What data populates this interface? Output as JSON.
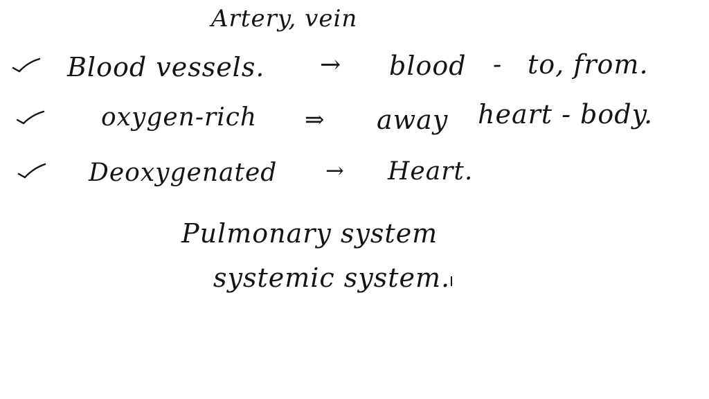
{
  "notes": {
    "heading": "Artery, vein",
    "line1": {
      "term": "Blood vessels.",
      "arrow": "→",
      "result": "blood",
      "dash": "-",
      "detail": "to, from."
    },
    "line2": {
      "term": "oxygen-rich",
      "arrow": "⇒",
      "result": "away",
      "detail": "heart - body."
    },
    "line3": {
      "term": "Deoxygenated",
      "arrow": "→",
      "result": "Heart."
    },
    "line4": "Pulmonary system",
    "line5": "systemic system."
  },
  "colors": {
    "ink": "#141414",
    "paper": "#ffffff"
  },
  "icons": [
    "check-mark-icon"
  ]
}
